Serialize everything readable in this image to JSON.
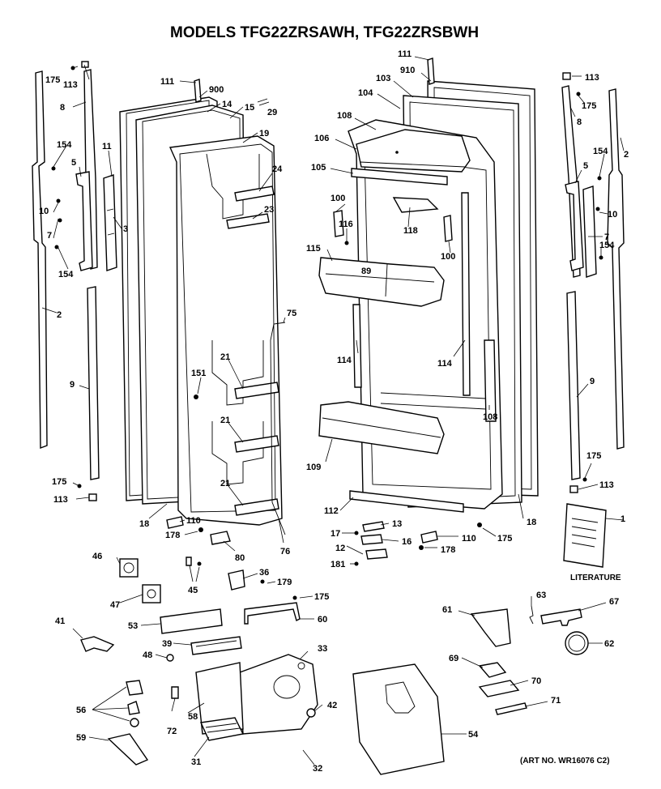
{
  "title": "MODELS TFG22ZRSAWH, TFG22ZRSBWH",
  "art_number": "(ART NO. WR16076 C2)",
  "literature_label": "LITERATURE",
  "callouts": [
    {
      "id": "c-111a",
      "text": "111"
    },
    {
      "id": "c-910",
      "text": "910"
    },
    {
      "id": "c-103",
      "text": "103"
    },
    {
      "id": "c-104",
      "text": "104"
    },
    {
      "id": "c-108a",
      "text": "108"
    },
    {
      "id": "c-106",
      "text": "106"
    },
    {
      "id": "c-105",
      "text": "105"
    },
    {
      "id": "c-100a",
      "text": "100"
    },
    {
      "id": "c-116",
      "text": "116"
    },
    {
      "id": "c-118",
      "text": "118"
    },
    {
      "id": "c-115",
      "text": "115"
    },
    {
      "id": "c-89",
      "text": "89"
    },
    {
      "id": "c-100b",
      "text": "100"
    },
    {
      "id": "c-114a",
      "text": "114"
    },
    {
      "id": "c-114b",
      "text": "114"
    },
    {
      "id": "c-108b",
      "text": "108"
    },
    {
      "id": "c-109",
      "text": "109"
    },
    {
      "id": "c-112",
      "text": "112"
    },
    {
      "id": "c-13",
      "text": "13"
    },
    {
      "id": "c-17",
      "text": "17"
    },
    {
      "id": "c-16",
      "text": "16"
    },
    {
      "id": "c-12",
      "text": "12"
    },
    {
      "id": "c-181",
      "text": "181"
    },
    {
      "id": "c-110b",
      "text": "110"
    },
    {
      "id": "c-178b",
      "text": "178"
    },
    {
      "id": "c-175f",
      "text": "175"
    },
    {
      "id": "c-18b",
      "text": "18"
    },
    {
      "id": "c-113c",
      "text": "113"
    },
    {
      "id": "c-175c",
      "text": "175"
    },
    {
      "id": "c-8b",
      "text": "8"
    },
    {
      "id": "c-2b",
      "text": "2"
    },
    {
      "id": "c-154c",
      "text": "154"
    },
    {
      "id": "c-5b",
      "text": "5"
    },
    {
      "id": "c-10b",
      "text": "10"
    },
    {
      "id": "c-7b",
      "text": "7"
    },
    {
      "id": "c-154d",
      "text": "154"
    },
    {
      "id": "c-9b",
      "text": "9"
    },
    {
      "id": "c-175d",
      "text": "175"
    },
    {
      "id": "c-113d",
      "text": "113"
    },
    {
      "id": "c-1",
      "text": "1"
    },
    {
      "id": "c-175a",
      "text": "175"
    },
    {
      "id": "c-113a",
      "text": "113"
    },
    {
      "id": "c-8a",
      "text": "8"
    },
    {
      "id": "c-154a",
      "text": "154"
    },
    {
      "id": "c-11",
      "text": "11"
    },
    {
      "id": "c-5a",
      "text": "5"
    },
    {
      "id": "c-10a",
      "text": "10"
    },
    {
      "id": "c-3",
      "text": "3"
    },
    {
      "id": "c-7a",
      "text": "7"
    },
    {
      "id": "c-154b",
      "text": "154"
    },
    {
      "id": "c-2a",
      "text": "2"
    },
    {
      "id": "c-9a",
      "text": "9"
    },
    {
      "id": "c-175b",
      "text": "175"
    },
    {
      "id": "c-113b",
      "text": "113"
    },
    {
      "id": "c-111b",
      "text": "111"
    },
    {
      "id": "c-900",
      "text": "900"
    },
    {
      "id": "c-14",
      "text": "14"
    },
    {
      "id": "c-15",
      "text": "15"
    },
    {
      "id": "c-29",
      "text": "29"
    },
    {
      "id": "c-19",
      "text": "19"
    },
    {
      "id": "c-24",
      "text": "24"
    },
    {
      "id": "c-23",
      "text": "23"
    },
    {
      "id": "c-75",
      "text": "75"
    },
    {
      "id": "c-151",
      "text": "151"
    },
    {
      "id": "c-21a",
      "text": "21"
    },
    {
      "id": "c-21b",
      "text": "21"
    },
    {
      "id": "c-21c",
      "text": "21"
    },
    {
      "id": "c-18a",
      "text": "18"
    },
    {
      "id": "c-110a",
      "text": "110"
    },
    {
      "id": "c-178a",
      "text": "178"
    },
    {
      "id": "c-80",
      "text": "80"
    },
    {
      "id": "c-76",
      "text": "76"
    },
    {
      "id": "c-46",
      "text": "46"
    },
    {
      "id": "c-45",
      "text": "45"
    },
    {
      "id": "c-36",
      "text": "36"
    },
    {
      "id": "c-179",
      "text": "179"
    },
    {
      "id": "c-175e",
      "text": "175"
    },
    {
      "id": "c-47",
      "text": "47"
    },
    {
      "id": "c-41",
      "text": "41"
    },
    {
      "id": "c-53",
      "text": "53"
    },
    {
      "id": "c-60",
      "text": "60"
    },
    {
      "id": "c-39",
      "text": "39"
    },
    {
      "id": "c-48",
      "text": "48"
    },
    {
      "id": "c-33",
      "text": "33"
    },
    {
      "id": "c-56",
      "text": "56"
    },
    {
      "id": "c-72",
      "text": "72"
    },
    {
      "id": "c-58",
      "text": "58"
    },
    {
      "id": "c-42",
      "text": "42"
    },
    {
      "id": "c-59",
      "text": "59"
    },
    {
      "id": "c-31",
      "text": "31"
    },
    {
      "id": "c-32",
      "text": "32"
    },
    {
      "id": "c-54",
      "text": "54"
    },
    {
      "id": "c-63",
      "text": "63"
    },
    {
      "id": "c-61",
      "text": "61"
    },
    {
      "id": "c-67",
      "text": "67"
    },
    {
      "id": "c-62",
      "text": "62"
    },
    {
      "id": "c-69",
      "text": "69"
    },
    {
      "id": "c-70",
      "text": "70"
    },
    {
      "id": "c-71",
      "text": "71"
    }
  ]
}
